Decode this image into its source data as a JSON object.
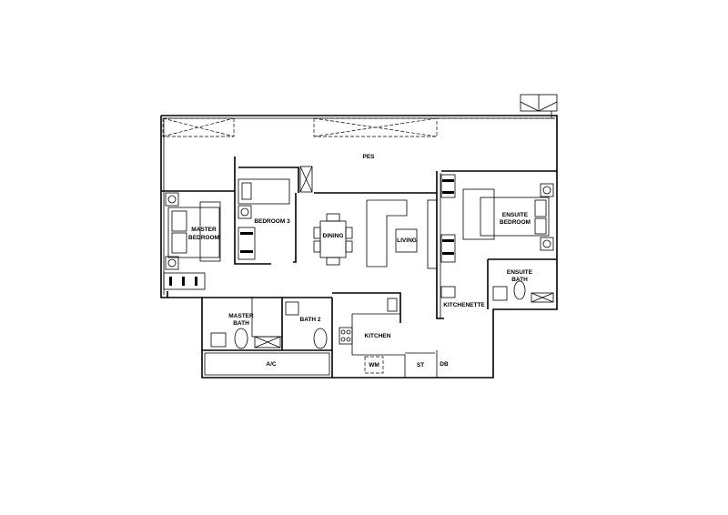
{
  "floor_plan": {
    "rooms": {
      "pes": "PES",
      "bedroom3": "BEDROOM 3",
      "master_bedroom_1": "MASTER",
      "master_bedroom_2": "BEDROOM",
      "dining": "DINING",
      "living": "LIVING",
      "ensuite_bedroom_1": "ENSUITE",
      "ensuite_bedroom_2": "BEDROOM",
      "ensuite_bath_1": "ENSUITE",
      "ensuite_bath_2": "BATH",
      "kitchenette": "KITCHENETTE",
      "master_bath_1": "MASTER",
      "master_bath_2": "BATH",
      "bath2": "BATH 2",
      "kitchen": "KITCHEN",
      "ac": "A/C",
      "wm": "WM",
      "st": "ST",
      "db": "DB"
    }
  }
}
